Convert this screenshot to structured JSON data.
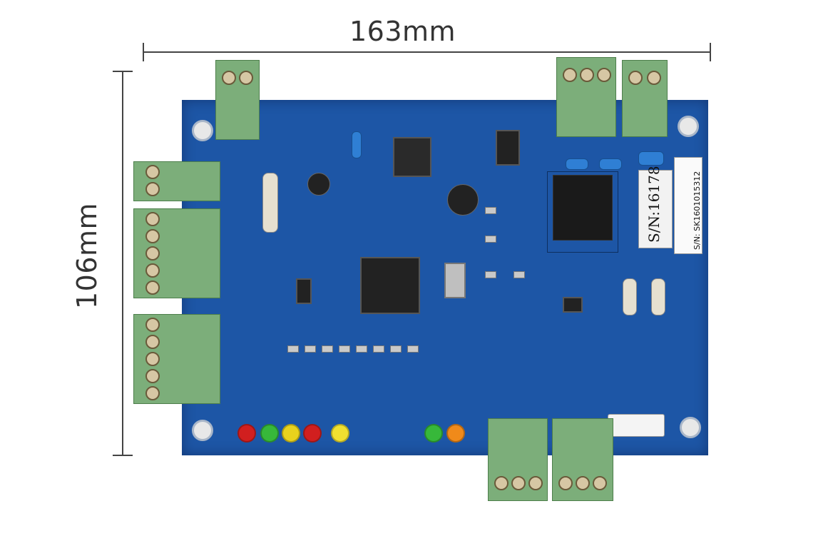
{
  "dimensions": {
    "width_label": "163mm",
    "height_label": "106mm"
  },
  "sticker": {
    "serial": "S/N:16178",
    "barcode_text": "S/N: SK1601015312"
  },
  "colors": {
    "board": "#1d56a6",
    "terminal": "#7cae7a",
    "led_colors": [
      "#d11f1f",
      "#37b83a",
      "#e8d21d",
      "#d11f1f",
      "#f0e030",
      "#37b83a",
      "#f08a1a"
    ]
  }
}
